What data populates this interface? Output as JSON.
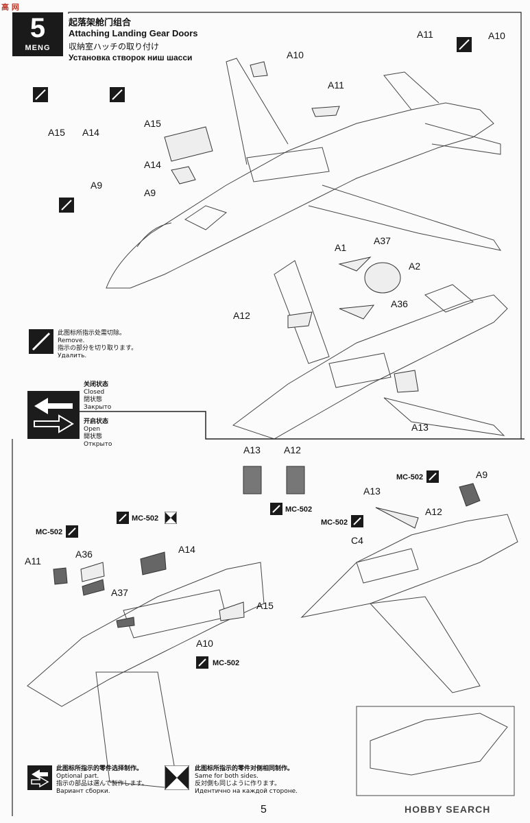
{
  "watermark_top": "高 网",
  "step": {
    "number": "5",
    "brand": "MENG",
    "title_cn": "起落架舱门组合",
    "title_en": "Attaching Landing Gear Doors",
    "title_jp": "収納室ハッチの取り付け",
    "title_ru": "Установка створок ниш шасси"
  },
  "top_labels": {
    "a10": "A10",
    "a11": "A11",
    "a15": "A15",
    "a14": "A14",
    "a9": "A9",
    "a15b": "A15",
    "a14b": "A14",
    "a9b": "A9",
    "a11_right": "A11",
    "a10_right": "A10",
    "a1": "A1",
    "a37": "A37",
    "a2": "A2",
    "a36": "A36",
    "a12": "A12",
    "a13": "A13"
  },
  "remove_legend": {
    "cn": "此图标所指示处需切除。",
    "en": "Remove.",
    "jp": "指示の部分を切り取ります。",
    "ru": "Удалить."
  },
  "state_legend": {
    "closed_cn": "关闭状态",
    "closed_en": "Closed",
    "closed_jp": "閉状態",
    "closed_ru": "Закрыто",
    "open_cn": "开启状态",
    "open_en": "Open",
    "open_jp": "開状態",
    "open_ru": "Открыто"
  },
  "bottom_labels": {
    "a13": "A13",
    "a12": "A12",
    "mc1": "MC-502",
    "mc2": "MC-502",
    "a9": "A9",
    "a13r": "A13",
    "a12r": "A12",
    "mc3": "MC-502",
    "c4": "C4",
    "mc4": "MC-502",
    "mc5": "MC-502",
    "a11": "A11",
    "a36": "A36",
    "a14": "A14",
    "a37": "A37",
    "a15": "A15",
    "a10": "A10",
    "mc6": "MC-502"
  },
  "bottom_legend": {
    "optional_cn": "此图标所指示的零件选择制作。",
    "optional_en": "Optional part.",
    "optional_jp": "指示の部品は選んで製作します。",
    "optional_ru": "Вариант сборки.",
    "both_cn": "此图标所指示的零件对侧相同制作。",
    "both_en": "Same for both sides.",
    "both_jp": "反対側も同じように作ります。",
    "both_ru": "Идентично на каждой стороне."
  },
  "page_number": "5",
  "footer_brand": "HOBBY SEARCH",
  "icons": [
    "cutter-icon",
    "mc502-brush-icon",
    "both-sides-icon",
    "optional-icon",
    "closed-open-arrows-icon"
  ]
}
